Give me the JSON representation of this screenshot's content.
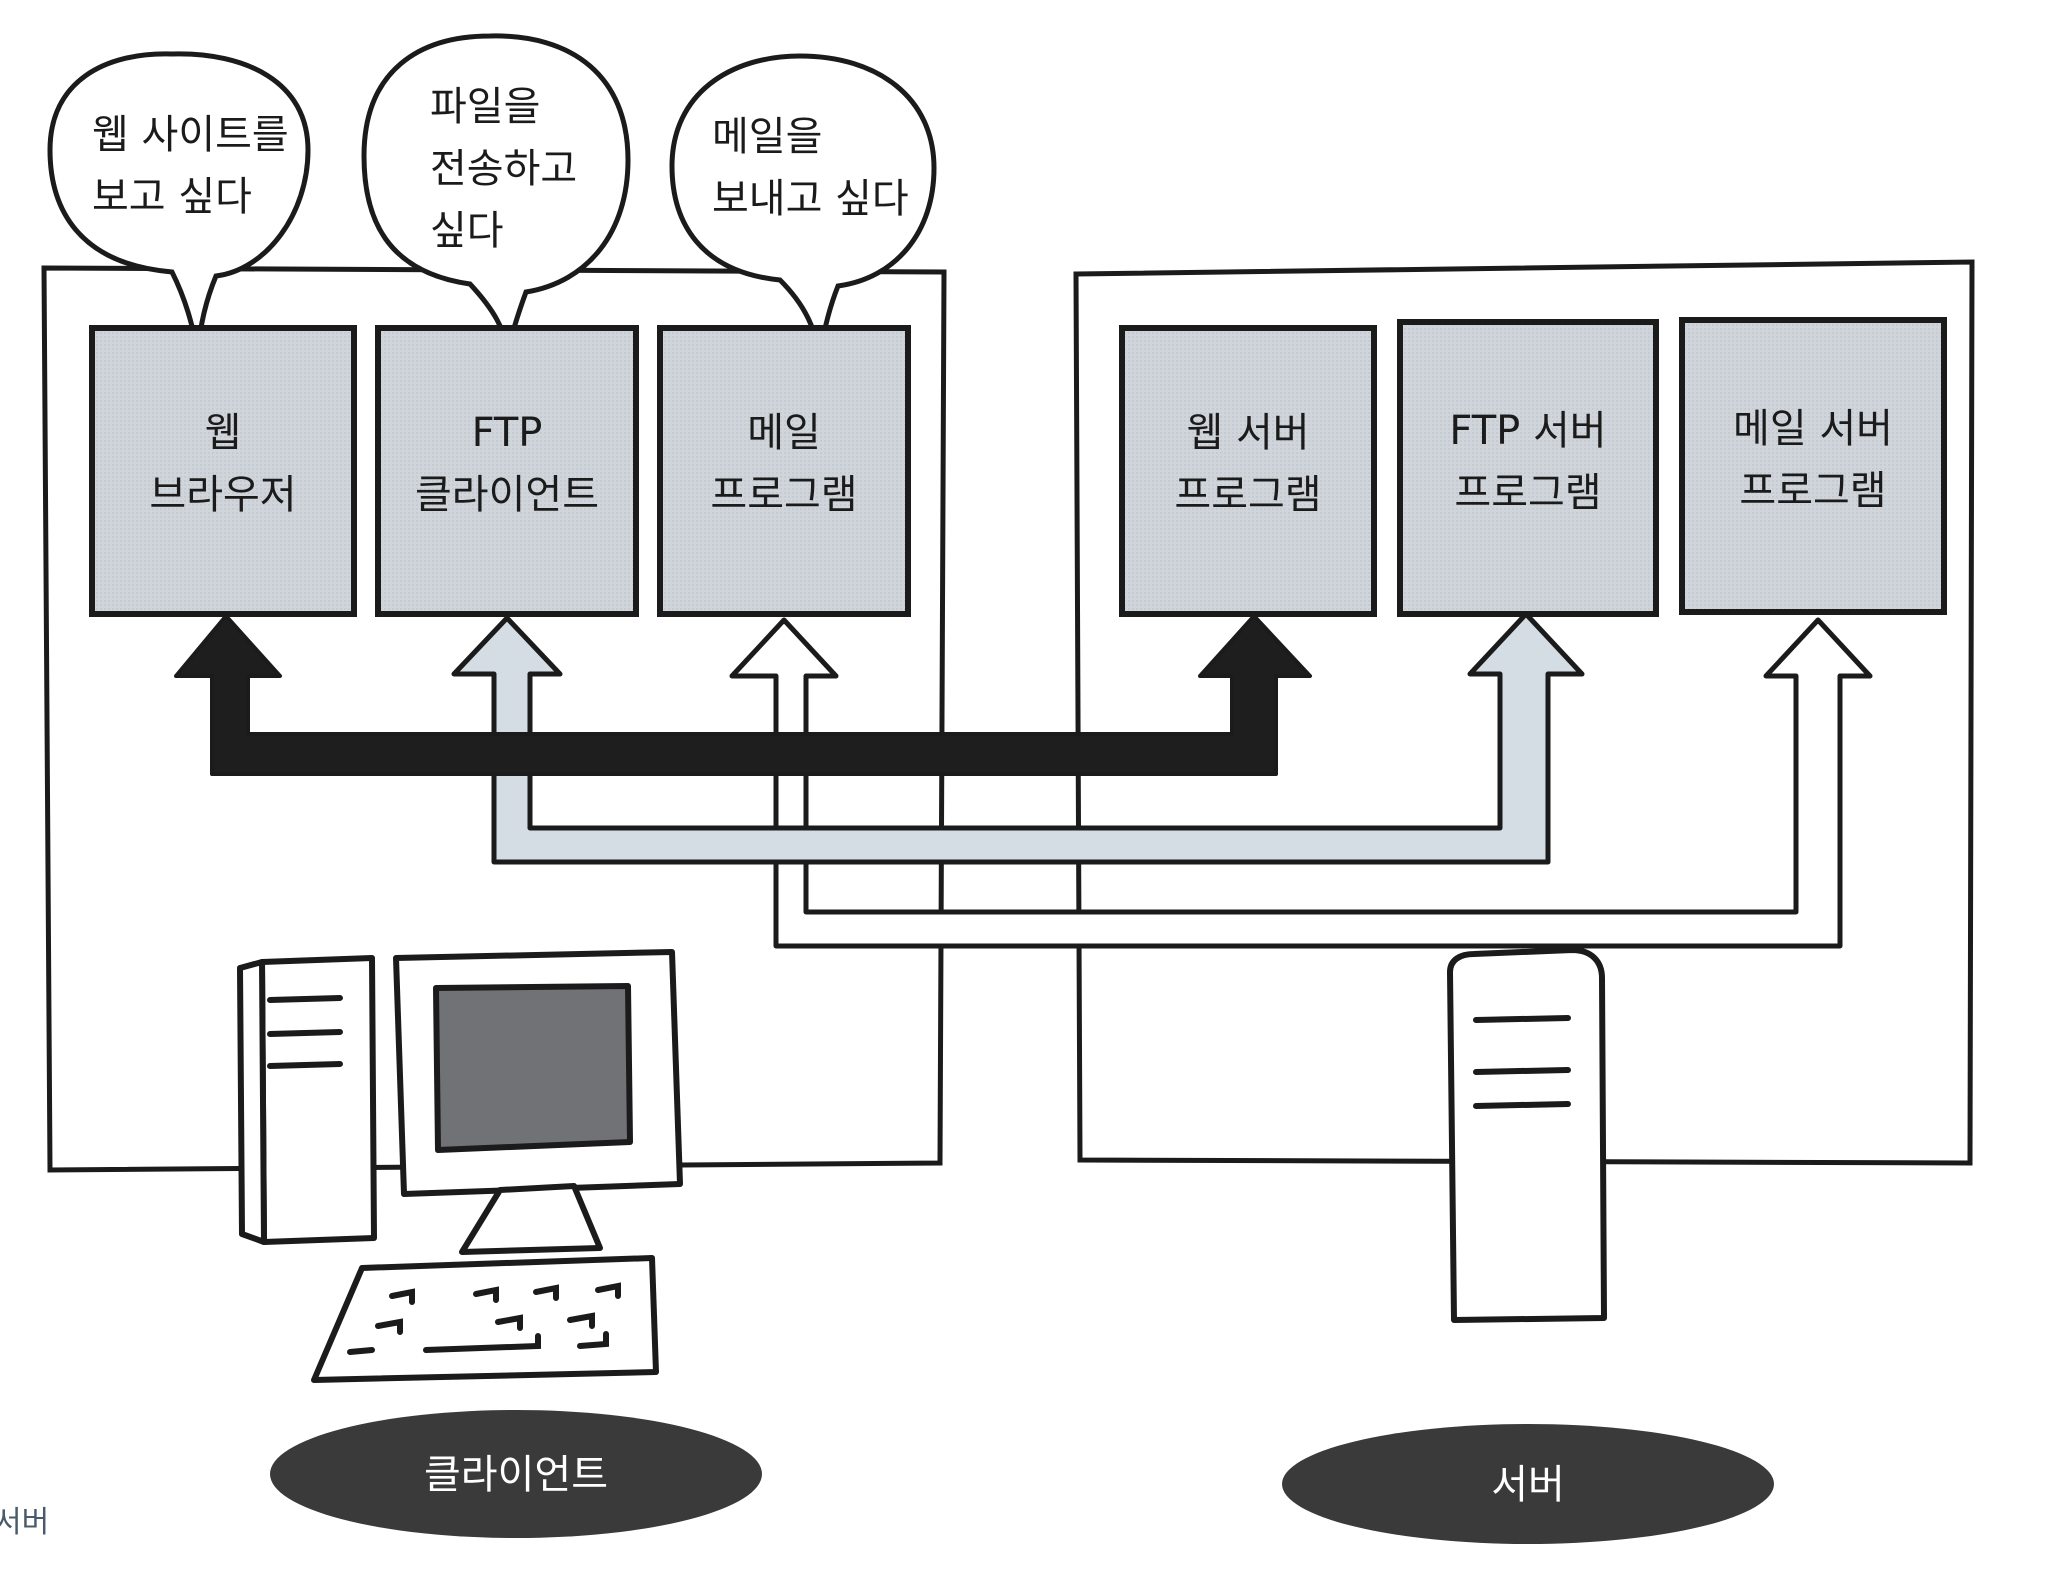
{
  "bubbles": {
    "web": [
      "웹 사이트를",
      "보고 싶다"
    ],
    "ftp": [
      "파일을",
      "전송하고",
      "싶다"
    ],
    "mail": [
      "메일을",
      "보내고 싶다"
    ]
  },
  "client": {
    "programs": {
      "web": [
        "웹",
        "브라우저"
      ],
      "ftp": [
        "FTP",
        "클라이언트"
      ],
      "mail": [
        "메일",
        "프로그램"
      ]
    },
    "label": "클라이언트"
  },
  "server": {
    "programs": {
      "web": [
        "웹 서버",
        "프로그램"
      ],
      "ftp": [
        "FTP 서버",
        "프로그램"
      ],
      "mail": [
        "메일 서버",
        "프로그램"
      ]
    },
    "label": "서버"
  },
  "edge_text": "서버",
  "colors": {
    "box_fill": "#cdd3d8",
    "box_fill_dark": "#c4c8cc",
    "ink": "#1b1b1b",
    "web_channel": "#1e1e1e",
    "ftp_channel": "#d5dde4",
    "mail_channel": "#ffffff",
    "pill": "#3a3a3a",
    "screen": "#707276"
  },
  "icons": [
    "client-computer-icon",
    "keyboard-icon",
    "server-tower-icon"
  ]
}
